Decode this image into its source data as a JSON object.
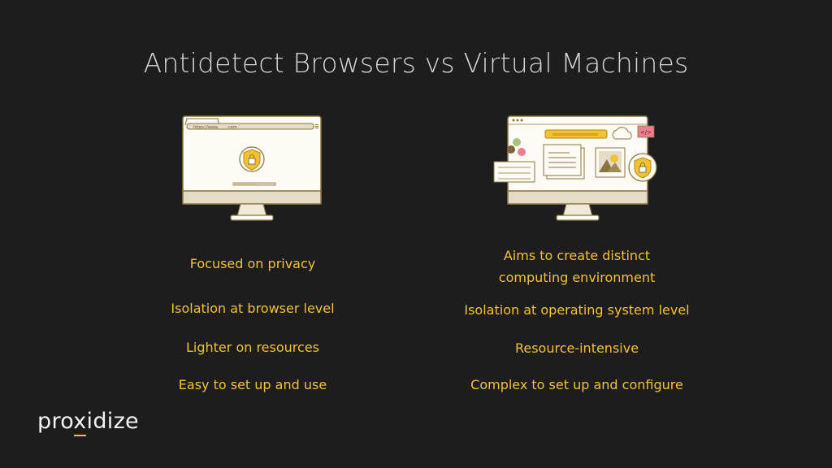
{
  "title": "Antidetect Browsers vs Virtual Machines",
  "left": {
    "address_bar": "https://www.____.com",
    "items": [
      "Focused on privacy",
      "Isolation at browser level",
      "Lighter on resources",
      "Easy to set up and use"
    ]
  },
  "right": {
    "code_badge": "</>",
    "items": [
      "Aims to create distinct computing environment",
      "Isolation at operating system level",
      "Resource-intensive",
      "Complex to set up and configure"
    ]
  },
  "logo": {
    "pre": "pro",
    "x": "x",
    "post": "idize"
  },
  "colors": {
    "background": "#1d1d1d",
    "accent": "#f3c232",
    "title": "#d4d4d4",
    "screen": "#fdfbf3",
    "bezel": "#e4dcc6",
    "outline": "#8a7440"
  }
}
